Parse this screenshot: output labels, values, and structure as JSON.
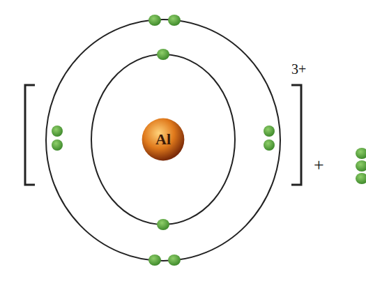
{
  "diagram": {
    "nodes": [
      {
        "text": [
          "Al"
        ]
      }
    ],
    "labels": [
      "3+",
      "+"
    ]
  }
}
